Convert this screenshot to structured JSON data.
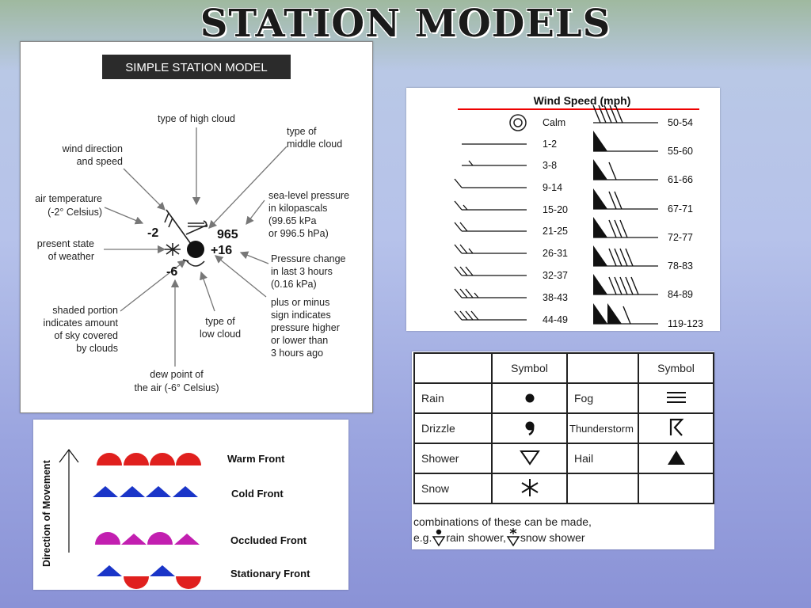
{
  "title": "STATION MODELS",
  "station_model": {
    "heading": "SIMPLE STATION MODEL",
    "labels": {
      "high_cloud": "type of high cloud",
      "middle_cloud_1": "type of",
      "middle_cloud_2": "middle cloud",
      "wind_1": "wind direction",
      "wind_2": "and speed",
      "air_temp_1": "air temperature",
      "air_temp_2": "(-2° Celsius)",
      "slp_1": "sea-level pressure",
      "slp_2": "in kilopascals",
      "slp_3": "(99.65 kPa",
      "slp_4": "or 996.5 hPa)",
      "present_weather_1": "present state",
      "present_weather_2": "of weather",
      "pchange_1": "Pressure change",
      "pchange_2": "in last 3 hours",
      "pchange_3": "(0.16 kPa)",
      "plusminus_1": "plus or minus",
      "plusminus_2": "sign indicates",
      "plusminus_3": "pressure higher",
      "plusminus_4": "or lower than",
      "plusminus_5": "3 hours ago",
      "shaded_1": "shaded portion",
      "shaded_2": "indicates amount",
      "shaded_3": "of sky covered",
      "shaded_4": "by clouds",
      "low_cloud_1": "type of",
      "low_cloud_2": "low cloud",
      "dew_1": "dew point of",
      "dew_2": "the air (-6° Celsius)"
    },
    "values": {
      "temp": "-2",
      "pressure": "965",
      "change": "+16",
      "dew": "-6"
    }
  },
  "wind_speed": {
    "title": "Wind Speed (mph)",
    "left": [
      "Calm",
      "1-2",
      "3-8",
      "9-14",
      "15-20",
      "21-25",
      "26-31",
      "32-37",
      "38-43",
      "44-49"
    ],
    "right": [
      "50-54",
      "55-60",
      "61-66",
      "67-71",
      "72-77",
      "78-83",
      "84-89",
      "119-123"
    ]
  },
  "weather": {
    "header_symbol": "Symbol",
    "rows": [
      {
        "left": "Rain",
        "right": "Fog"
      },
      {
        "left": "Drizzle",
        "right": "Thunderstorm"
      },
      {
        "left": "Shower",
        "right": "Hail"
      },
      {
        "left": "Snow",
        "right": ""
      }
    ],
    "note_1": "combinations of these can be made,",
    "note_2a": "e.g.",
    "note_2b": "rain shower,",
    "note_2c": "snow shower"
  },
  "fronts": {
    "axis_label": "Direction of Movement",
    "warm": "Warm Front",
    "cold": "Cold Front",
    "occluded": "Occluded Front",
    "stationary": "Stationary Front",
    "colors": {
      "warm": "#e0201e",
      "cold": "#1a35c8",
      "occluded": "#c21fb0"
    }
  }
}
